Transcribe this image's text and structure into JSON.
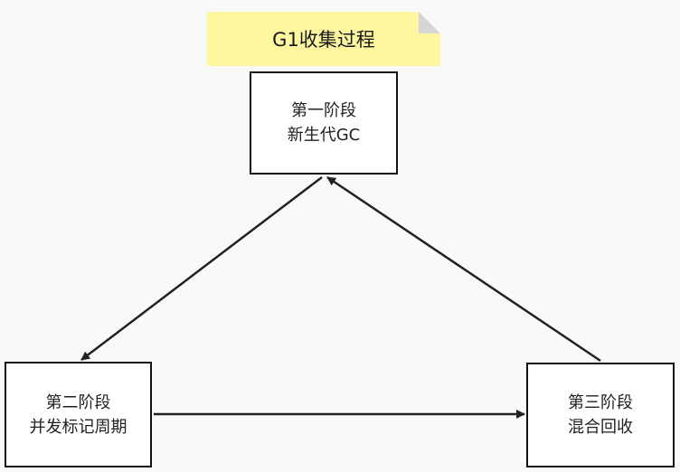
{
  "note": {
    "title": "G1收集过程"
  },
  "stages": [
    {
      "line1": "第一阶段",
      "line2": "新生代GC"
    },
    {
      "line1": "第二阶段",
      "line2": "并发标记周期"
    },
    {
      "line1": "第三阶段",
      "line2": "混合回收"
    }
  ],
  "colors": {
    "background": "#f9f9f9",
    "note_fill": "#fff7a0",
    "note_fold": "#d6d6d6",
    "box_border": "#111111",
    "arrow": "#222222"
  }
}
